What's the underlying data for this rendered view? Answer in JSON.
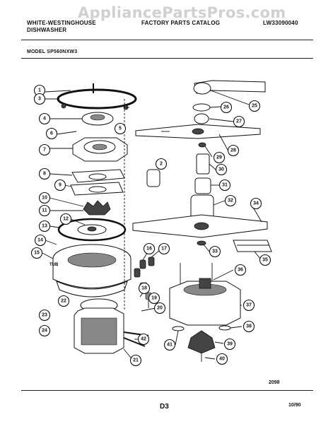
{
  "header": {
    "brand_line1": "WHITE-WESTINGHOUSE",
    "brand_line2": "DISHWASHER",
    "catalog_title": "FACTORY PARTS CATALOG",
    "doc_number": "LW33090040",
    "watermark": "AppliancePartsPros.com",
    "model": "MODEL SP560NXW3"
  },
  "callouts": [
    "1",
    "2",
    "3",
    "4",
    "5",
    "6",
    "7",
    "8",
    "9",
    "10",
    "11",
    "12",
    "13",
    "14",
    "15",
    "TUB",
    "16",
    "17",
    "18",
    "19",
    "20",
    "21",
    "22",
    "23",
    "24",
    "25",
    "26",
    "27",
    "28",
    "29",
    "30",
    "31",
    "32",
    "33",
    "34",
    "35",
    "36",
    "37",
    "38",
    "39",
    "40",
    "41",
    "42"
  ],
  "footer": {
    "figure_code": "2098",
    "page": "D3",
    "date": "10/90"
  }
}
